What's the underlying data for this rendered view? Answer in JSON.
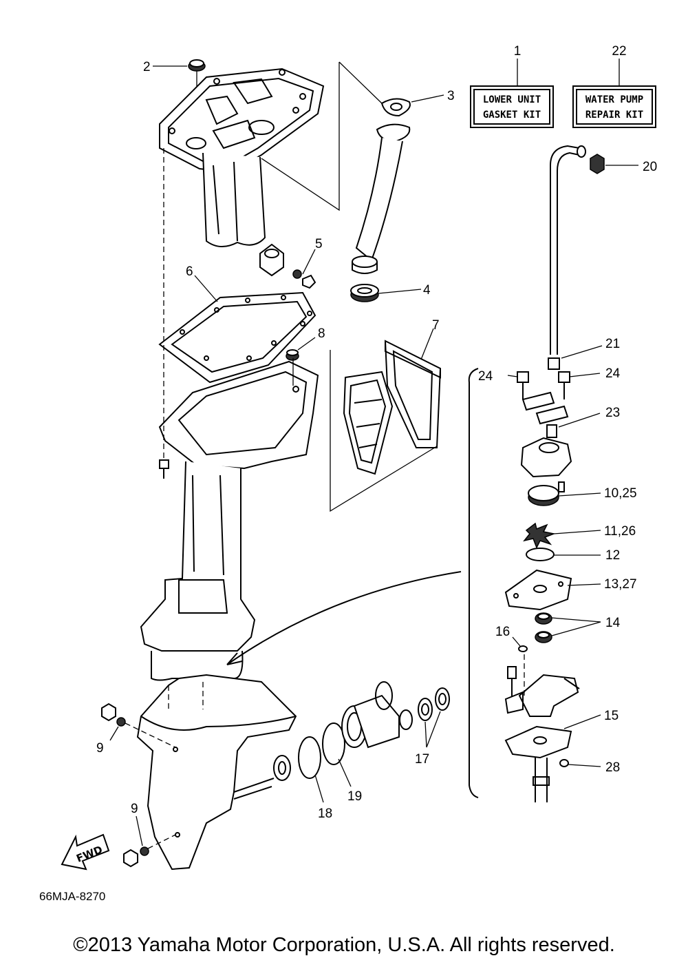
{
  "callouts": [
    {
      "id": "c2",
      "text": "2"
    },
    {
      "id": "c3",
      "text": "3"
    },
    {
      "id": "c4",
      "text": "4"
    },
    {
      "id": "c5",
      "text": "5"
    },
    {
      "id": "c6",
      "text": "6"
    },
    {
      "id": "c7",
      "text": "7"
    },
    {
      "id": "c8",
      "text": "8"
    },
    {
      "id": "c9a",
      "text": "9"
    },
    {
      "id": "c9b",
      "text": "9"
    },
    {
      "id": "c17",
      "text": "17"
    },
    {
      "id": "c18",
      "text": "18"
    },
    {
      "id": "c19",
      "text": "19"
    },
    {
      "id": "c20",
      "text": "20"
    },
    {
      "id": "c21",
      "text": "21"
    },
    {
      "id": "c24a",
      "text": "24"
    },
    {
      "id": "c24b",
      "text": "24"
    },
    {
      "id": "c23",
      "text": "23"
    },
    {
      "id": "c1025",
      "text": "10,25"
    },
    {
      "id": "c1126",
      "text": "11,26"
    },
    {
      "id": "c12",
      "text": "12"
    },
    {
      "id": "c1327",
      "text": "13,27"
    },
    {
      "id": "c14",
      "text": "14"
    },
    {
      "id": "c16",
      "text": "16"
    },
    {
      "id": "c15",
      "text": "15"
    },
    {
      "id": "c28",
      "text": "28"
    }
  ],
  "kits": {
    "kit1": {
      "number": "1",
      "line1": "LOWER UNIT",
      "line2": "GASKET KIT"
    },
    "kit22": {
      "number": "22",
      "line1": "WATER PUMP",
      "line2": "REPAIR KIT"
    }
  },
  "fwd_label": "FWD",
  "diagram_code": "66MJA-8270",
  "copyright": "©2013 Yamaha Motor Corporation, U.S.A. All rights reserved."
}
